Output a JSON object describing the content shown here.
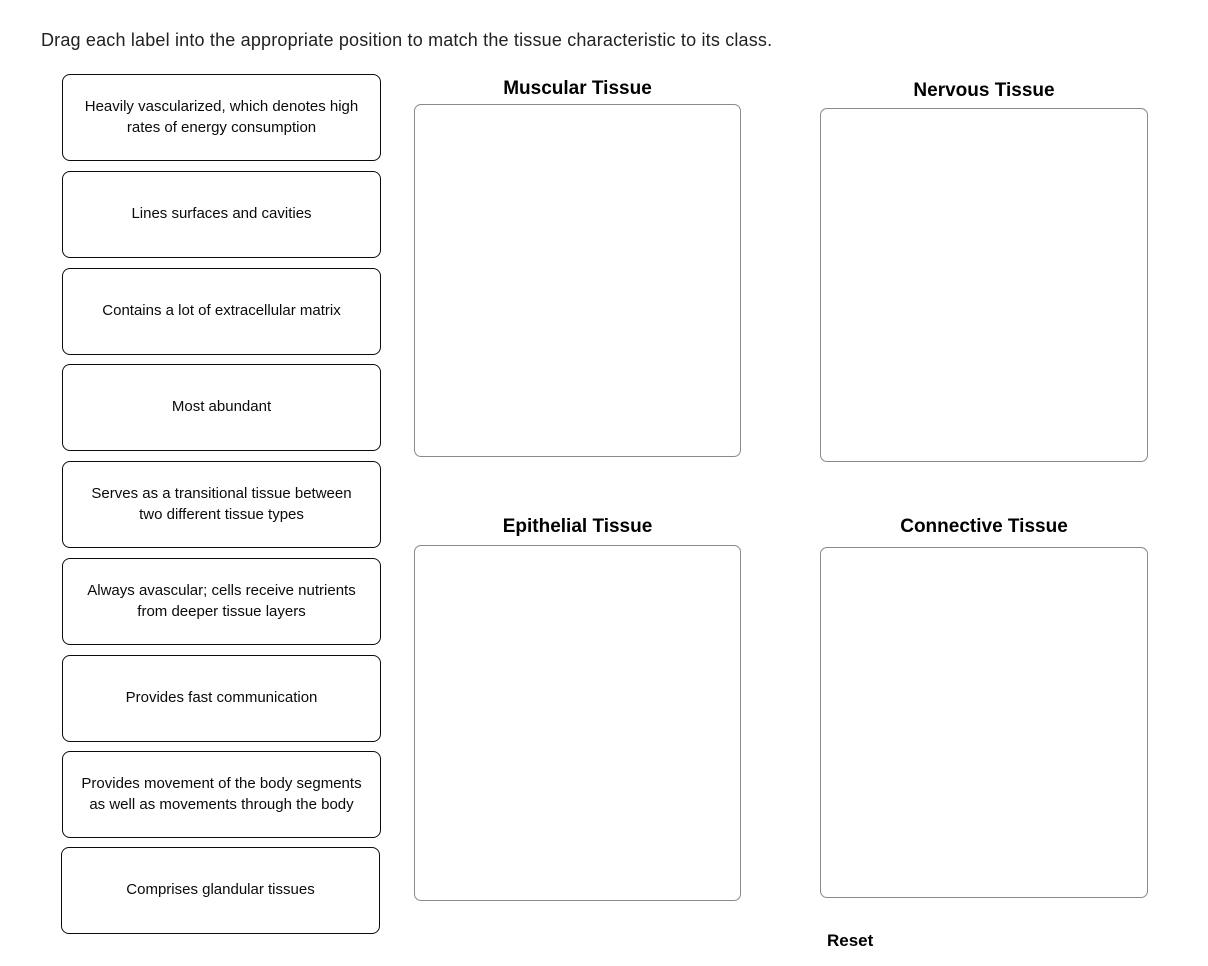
{
  "prompt": {
    "text": "Drag each label into the appropriate position to match the tissue characteristic to its class."
  },
  "label_bank": {
    "items": [
      {
        "id": "label-1",
        "text": "Heavily vascularized, which denotes high rates of energy consumption"
      },
      {
        "id": "label-2",
        "text": "Lines surfaces and cavities"
      },
      {
        "id": "label-3",
        "text": "Contains a lot of extracellular matrix"
      },
      {
        "id": "label-4",
        "text": "Most abundant"
      },
      {
        "id": "label-5",
        "text": "Serves as a transitional tissue between two different tissue types"
      },
      {
        "id": "label-6",
        "text": "Always avascular; cells receive nutrients from deeper tissue layers"
      },
      {
        "id": "label-7",
        "text": "Provides fast communication"
      },
      {
        "id": "label-8",
        "text": "Provides movement of the body segments as well as movements through the body"
      },
      {
        "id": "label-9",
        "text": "Comprises glandular tissues"
      }
    ]
  },
  "drop_zones": [
    {
      "id": "muscular",
      "title": "Muscular Tissue",
      "dropped_labels": []
    },
    {
      "id": "nervous",
      "title": "Nervous Tissue",
      "dropped_labels": []
    },
    {
      "id": "epithelial",
      "title": "Epithelial Tissue",
      "dropped_labels": []
    },
    {
      "id": "connective",
      "title": "Connective Tissue",
      "dropped_labels": []
    }
  ],
  "controls": {
    "reset_label": "Reset"
  },
  "colors": {
    "page_background": "#ffffff",
    "prompt_text": "#222222",
    "card_border": "#0b0b0b",
    "card_text": "#0a0a0a",
    "zone_border": "#8a8a8a",
    "title_text": "#000000"
  }
}
